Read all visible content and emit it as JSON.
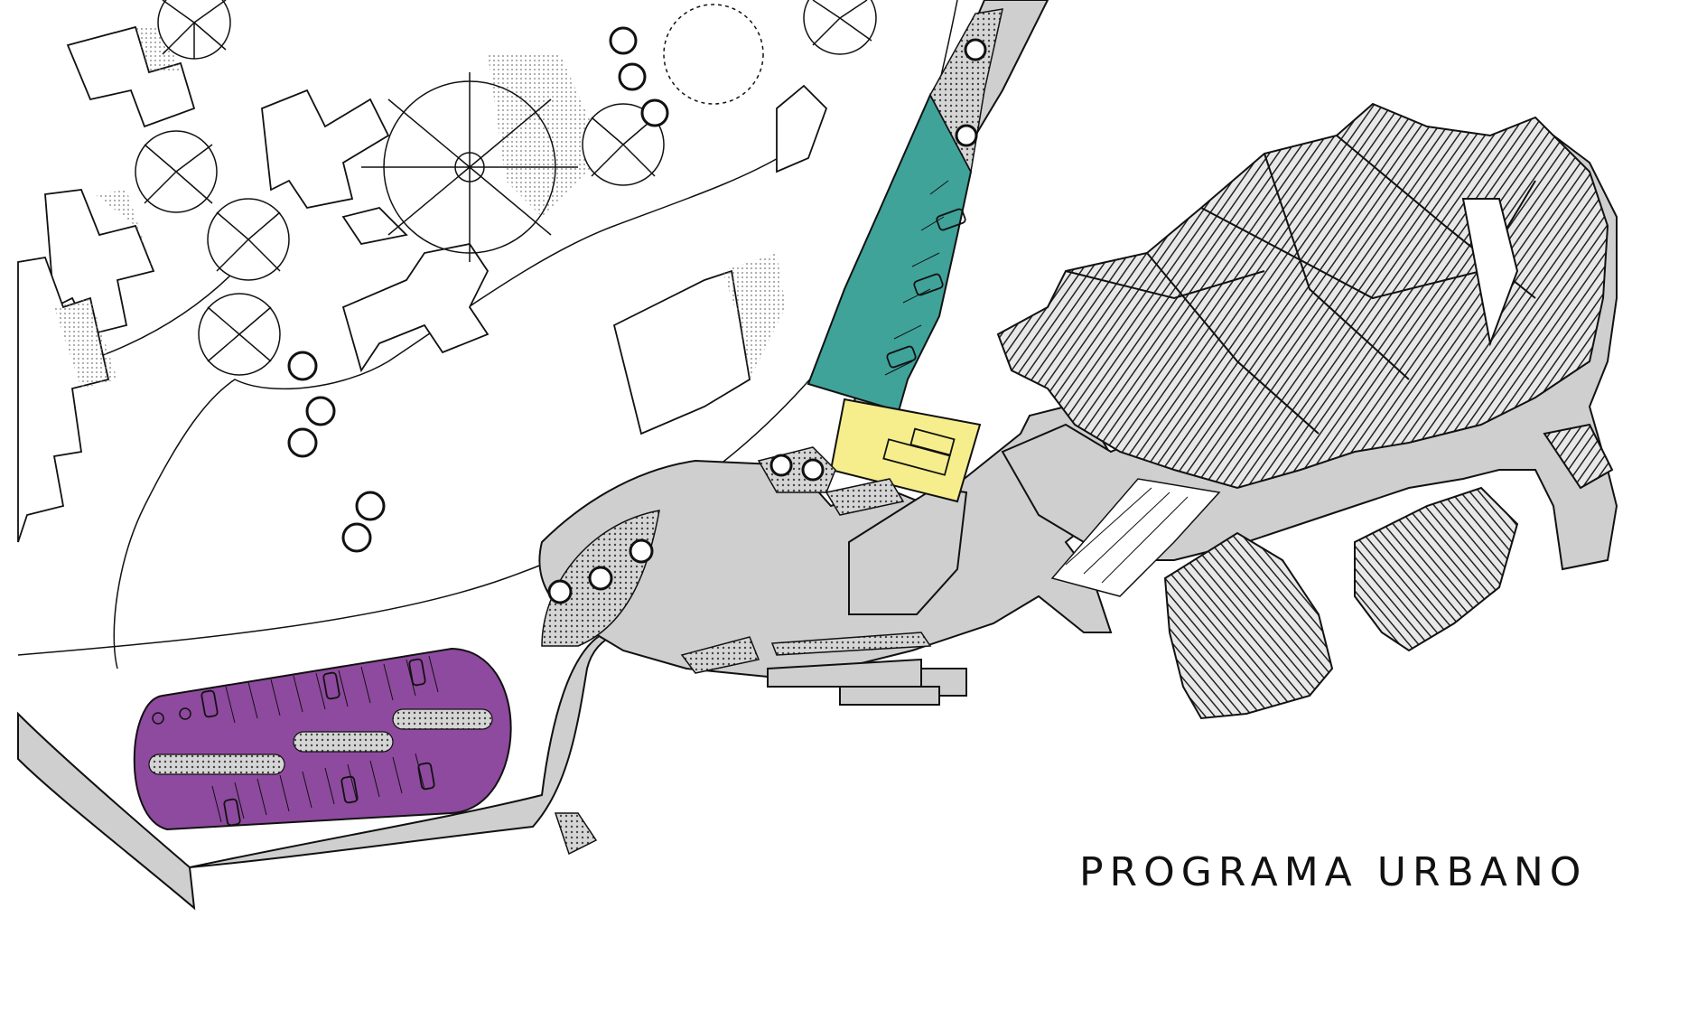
{
  "title": "PROGRAMA URBANO",
  "colors": {
    "background": "#ffffff",
    "paved_area": "#cfcfcf",
    "building_roof": "#8a8a8a",
    "parking_purple": "#8e4a9e",
    "parking_teal": "#3fa39a",
    "drop_off_yellow": "#f6ee8c",
    "garden_dots": "#9aaea0",
    "line": "#111111"
  },
  "legend_zones": [
    {
      "name": "purple-parking",
      "color": "#8e4a9e"
    },
    {
      "name": "teal-parking",
      "color": "#3fa39a"
    },
    {
      "name": "yellow-drop-off",
      "color": "#f6ee8c"
    }
  ],
  "icons": [
    "tree-icon",
    "shrub-icon",
    "car-icon",
    "bus-icon",
    "wheelchair-icon"
  ]
}
